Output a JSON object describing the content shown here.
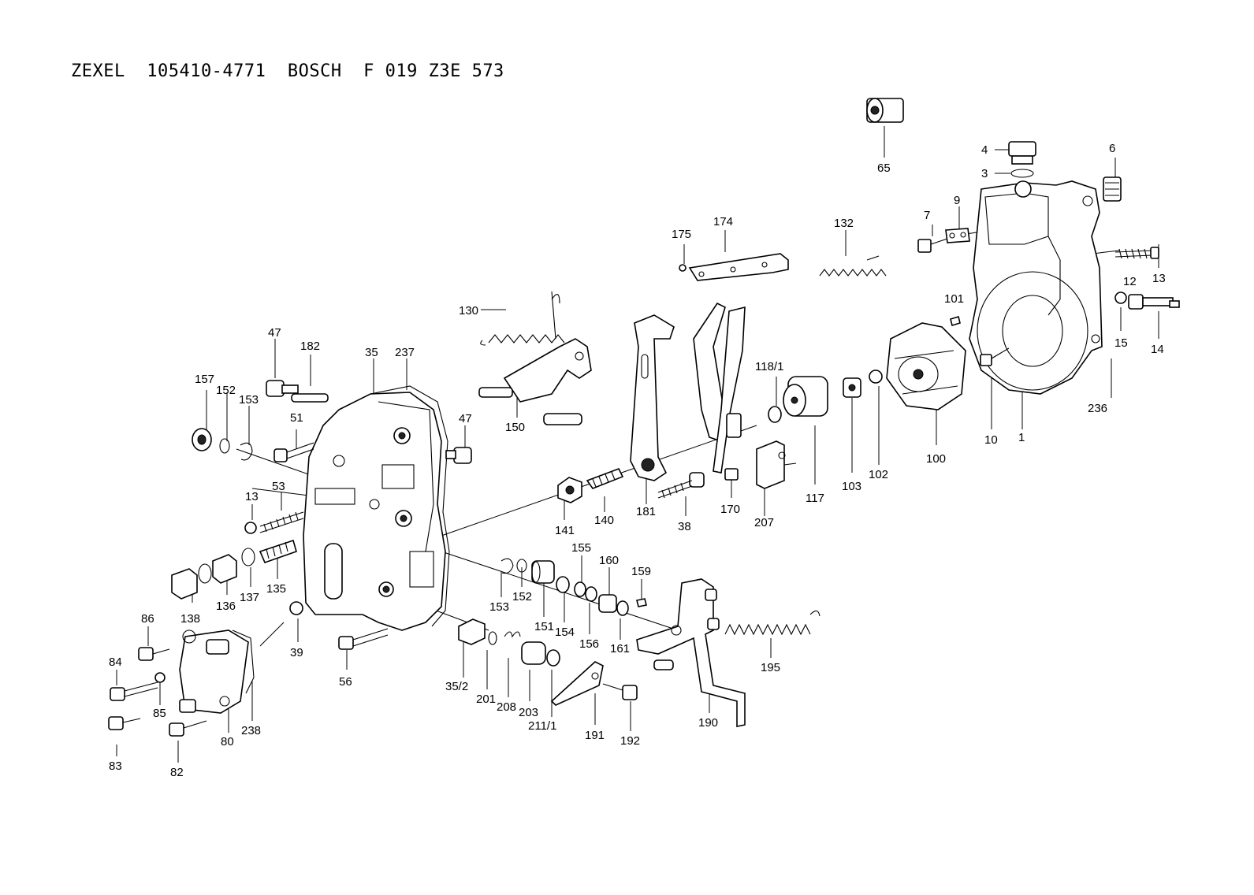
{
  "header": {
    "title": "ZEXEL  105410-4771  BOSCH  F 019 Z3E 573"
  },
  "labels": [
    {
      "id": "l65",
      "text": "65"
    },
    {
      "id": "l4",
      "text": "4"
    },
    {
      "id": "l3",
      "text": "3"
    },
    {
      "id": "l6",
      "text": "6"
    },
    {
      "id": "l7",
      "text": "7"
    },
    {
      "id": "l9",
      "text": "9"
    },
    {
      "id": "l13a",
      "text": "13"
    },
    {
      "id": "l12",
      "text": "12"
    },
    {
      "id": "l15",
      "text": "15"
    },
    {
      "id": "l14",
      "text": "14"
    },
    {
      "id": "l101",
      "text": "101"
    },
    {
      "id": "l236",
      "text": "236"
    },
    {
      "id": "l10",
      "text": "10"
    },
    {
      "id": "l1",
      "text": "1"
    },
    {
      "id": "l100",
      "text": "100"
    },
    {
      "id": "l102",
      "text": "102"
    },
    {
      "id": "l103",
      "text": "103"
    },
    {
      "id": "l117",
      "text": "117"
    },
    {
      "id": "l118",
      "text": "118/1"
    },
    {
      "id": "l175",
      "text": "175"
    },
    {
      "id": "l174",
      "text": "174"
    },
    {
      "id": "l132",
      "text": "132"
    },
    {
      "id": "l130",
      "text": "130"
    },
    {
      "id": "l150",
      "text": "150"
    },
    {
      "id": "l207",
      "text": "207"
    },
    {
      "id": "l170",
      "text": "170"
    },
    {
      "id": "l181",
      "text": "181"
    },
    {
      "id": "l38",
      "text": "38"
    },
    {
      "id": "l140",
      "text": "140"
    },
    {
      "id": "l141",
      "text": "141"
    },
    {
      "id": "l47a",
      "text": "47"
    },
    {
      "id": "l182",
      "text": "182"
    },
    {
      "id": "l35",
      "text": "35"
    },
    {
      "id": "l237",
      "text": "237"
    },
    {
      "id": "l47b",
      "text": "47"
    },
    {
      "id": "l157",
      "text": "157"
    },
    {
      "id": "l152a",
      "text": "152"
    },
    {
      "id": "l153a",
      "text": "153"
    },
    {
      "id": "l51",
      "text": "51"
    },
    {
      "id": "l13b",
      "text": "13"
    },
    {
      "id": "l53",
      "text": "53"
    },
    {
      "id": "l138",
      "text": "138"
    },
    {
      "id": "l136",
      "text": "136"
    },
    {
      "id": "l137",
      "text": "137"
    },
    {
      "id": "l135",
      "text": "135"
    },
    {
      "id": "l39",
      "text": "39"
    },
    {
      "id": "l56",
      "text": "56"
    },
    {
      "id": "l86",
      "text": "86"
    },
    {
      "id": "l84",
      "text": "84"
    },
    {
      "id": "l85",
      "text": "85"
    },
    {
      "id": "l83",
      "text": "83"
    },
    {
      "id": "l82",
      "text": "82"
    },
    {
      "id": "l80",
      "text": "80"
    },
    {
      "id": "l238",
      "text": "238"
    },
    {
      "id": "l153b",
      "text": "153"
    },
    {
      "id": "l152b",
      "text": "152"
    },
    {
      "id": "l151",
      "text": "151"
    },
    {
      "id": "l154",
      "text": "154"
    },
    {
      "id": "l155",
      "text": "155"
    },
    {
      "id": "l156",
      "text": "156"
    },
    {
      "id": "l160",
      "text": "160"
    },
    {
      "id": "l161",
      "text": "161"
    },
    {
      "id": "l159",
      "text": "159"
    },
    {
      "id": "l352",
      "text": "35/2"
    },
    {
      "id": "l201",
      "text": "201"
    },
    {
      "id": "l208",
      "text": "208"
    },
    {
      "id": "l203",
      "text": "203"
    },
    {
      "id": "l2111",
      "text": "211/1"
    },
    {
      "id": "l191",
      "text": "191"
    },
    {
      "id": "l192",
      "text": "192"
    },
    {
      "id": "l190",
      "text": "190"
    },
    {
      "id": "l195",
      "text": "195"
    }
  ]
}
